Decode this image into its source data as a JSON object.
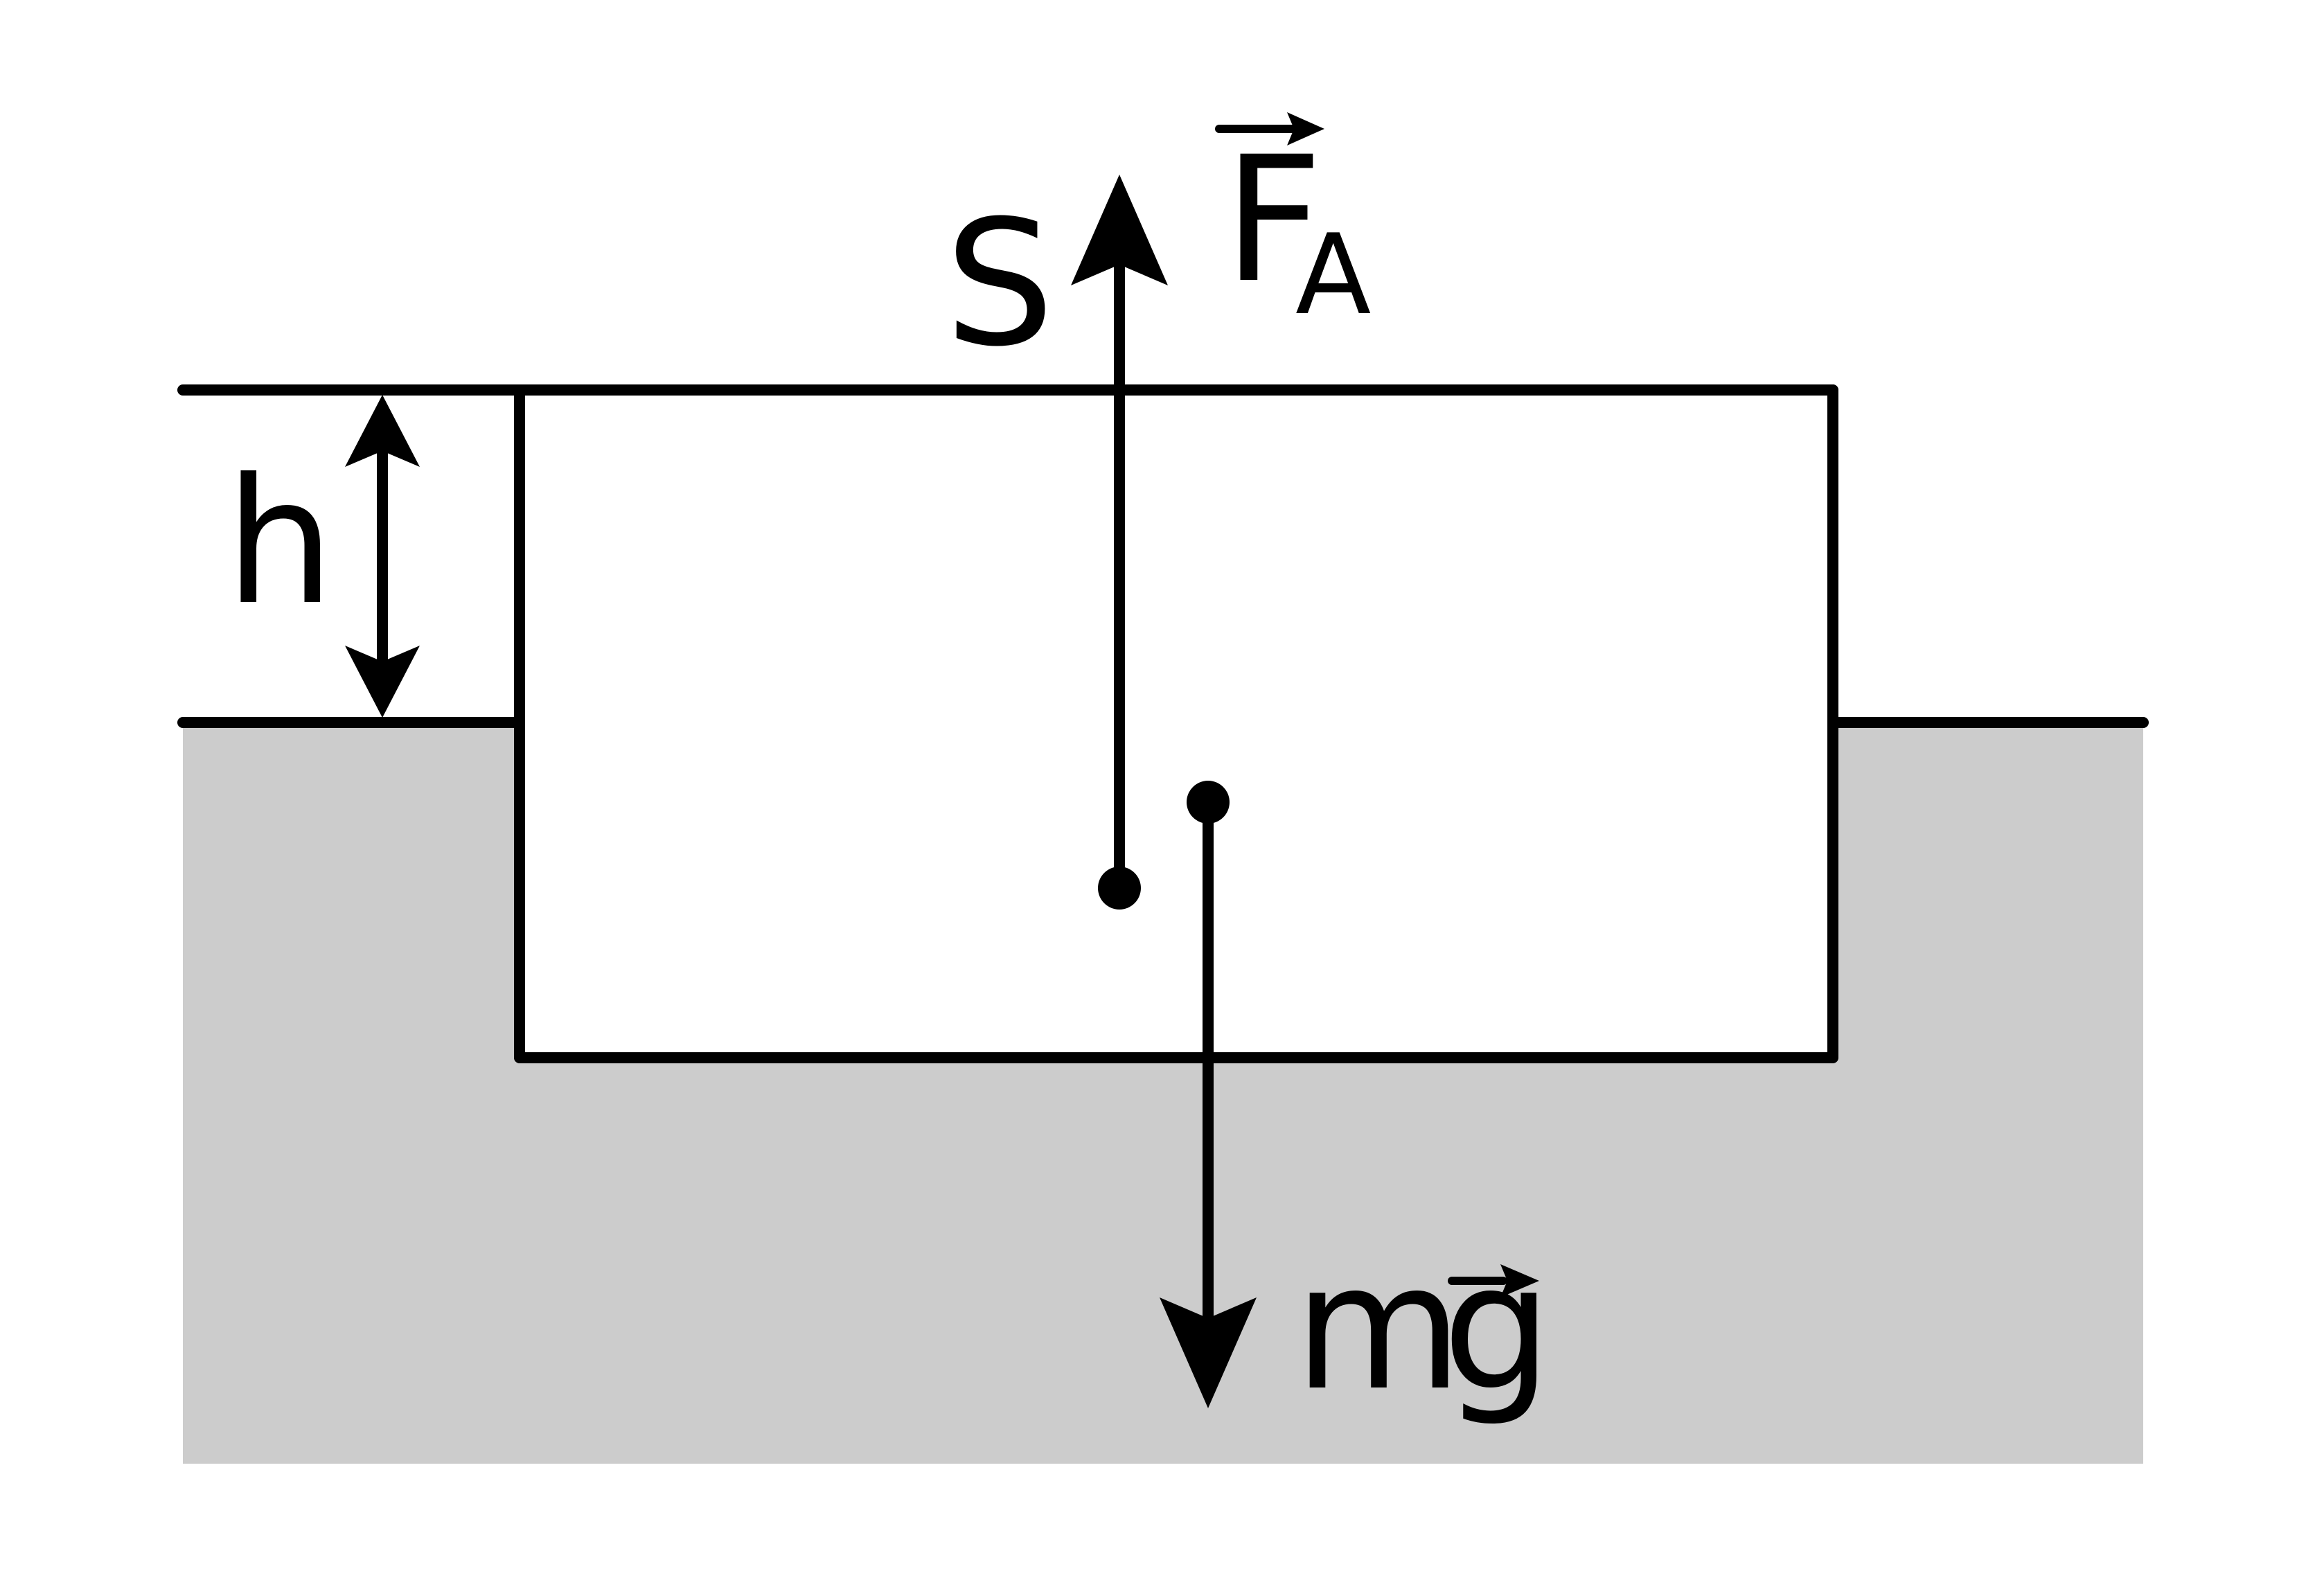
{
  "labels": {
    "area": "S",
    "depth": "h",
    "buoyant_force": "F",
    "buoyant_subscript": "A",
    "weight_m": "m",
    "weight_g": "g"
  },
  "colors": {
    "water": "#cccccc",
    "ink": "#000000",
    "background": "#ffffff"
  }
}
